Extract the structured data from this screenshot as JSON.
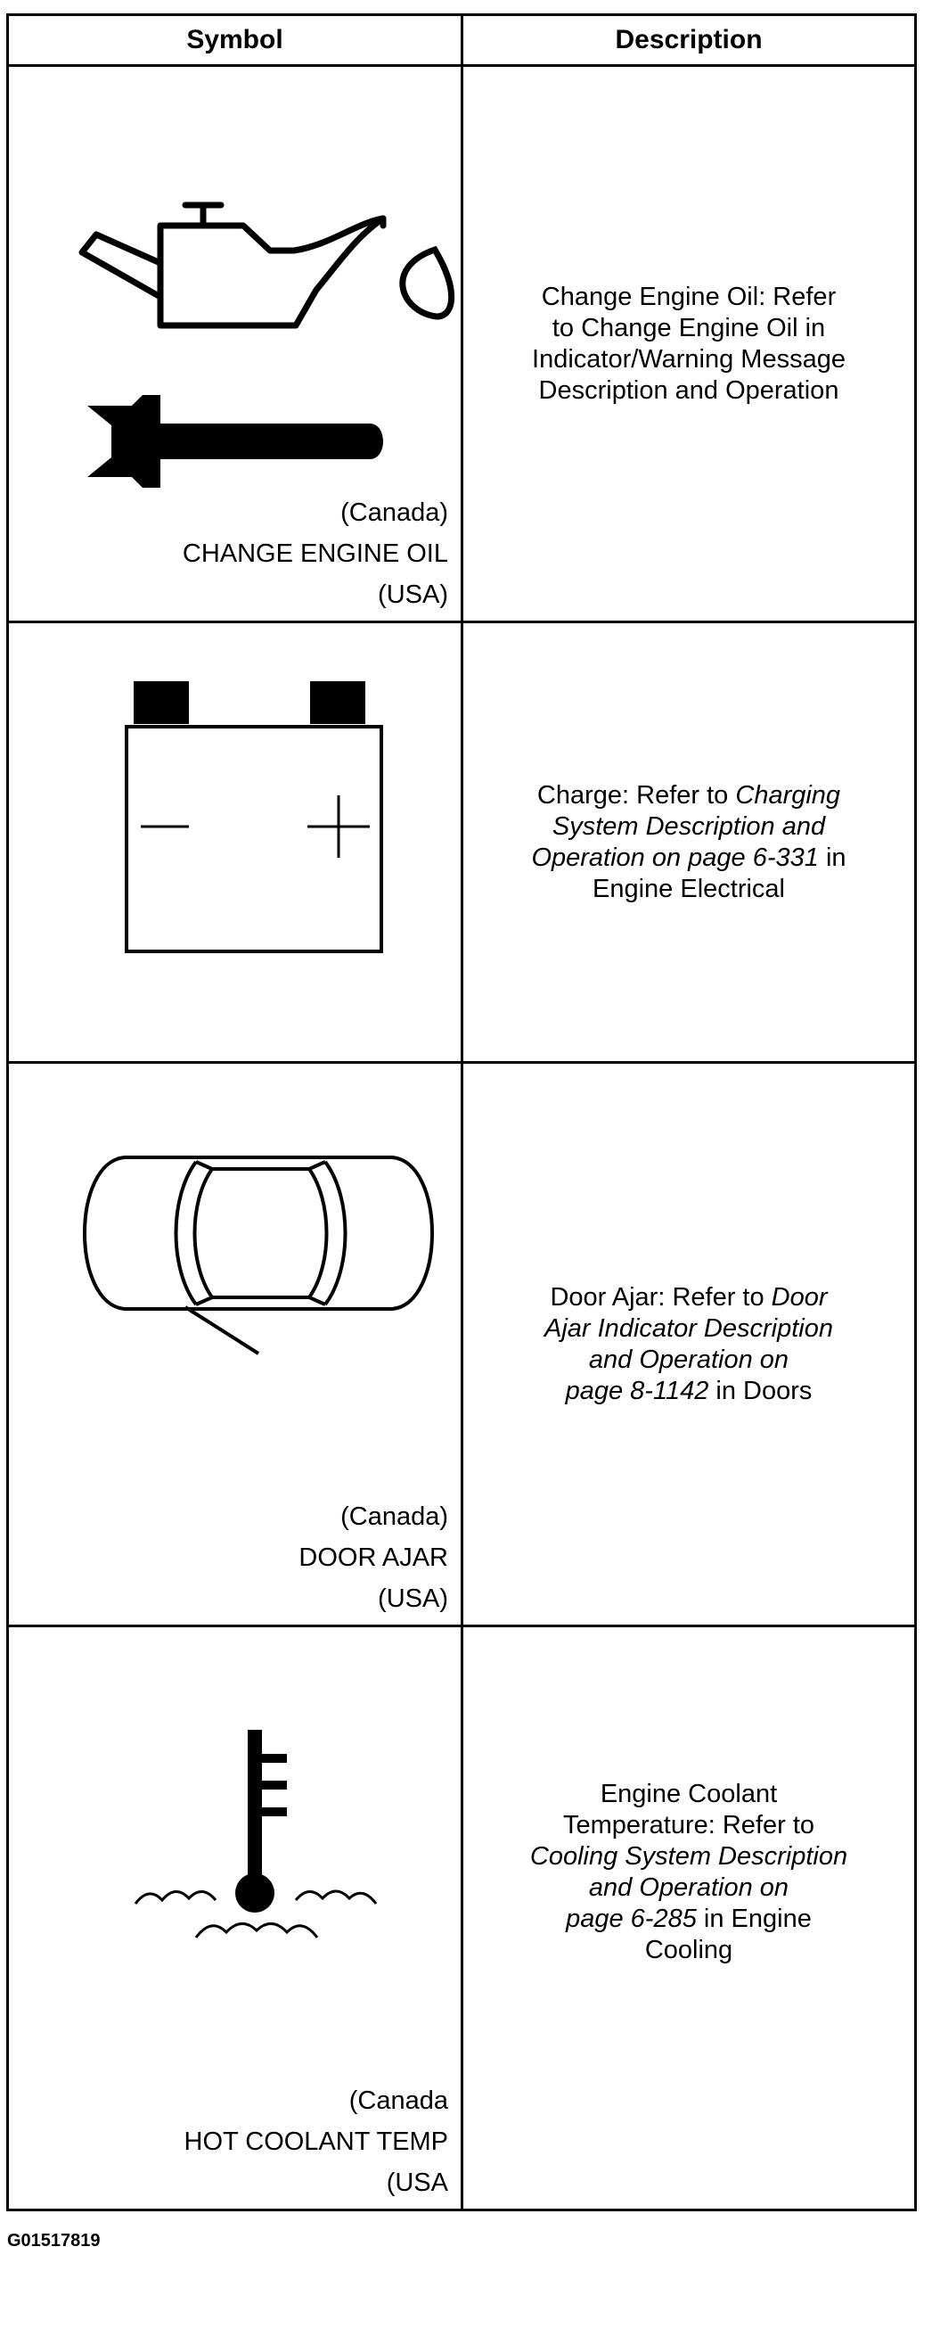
{
  "table": {
    "header": {
      "symbol": "Symbol",
      "description": "Description"
    },
    "rows": [
      {
        "icon": "change-engine-oil-icon",
        "caption": [
          "(Canada)",
          "CHANGE ENGINE OIL",
          "(USA)"
        ],
        "description": {
          "line1": "Change Engine Oil: Refer",
          "line2": "to Change Engine Oil in",
          "line3": "Indicator/Warning Message",
          "line4": "Description and Operation"
        }
      },
      {
        "icon": "battery-charge-icon",
        "caption": [],
        "description": {
          "line1_plain": "Charge: Refer to ",
          "line1_ital": "Charging",
          "line2_ital": "System Description and",
          "line3_ital": "Operation on page 6-331",
          "line3_plain": " in",
          "line4": "Engine Electrical"
        }
      },
      {
        "icon": "door-ajar-car-icon",
        "caption": [
          "(Canada)",
          "DOOR AJAR",
          "(USA)"
        ],
        "description": {
          "line1_plain": "Door Ajar: Refer to ",
          "line1_ital": "Door",
          "line2_ital": "Ajar Indicator Description",
          "line3_ital": "and Operation on",
          "line4_ital": "page 8-1142",
          "line4_plain": " in Doors"
        }
      },
      {
        "icon": "coolant-thermometer-icon",
        "caption": [
          "(Canada",
          "HOT COOLANT TEMP",
          "(USA"
        ],
        "description": {
          "line1": "Engine Coolant",
          "line2": "Temperature: Refer to",
          "line3_ital": "Cooling System Description",
          "line4_ital": "and Operation on",
          "line5_ital": "page 6-285",
          "line5_plain": " in Engine",
          "line6": "Cooling"
        }
      }
    ]
  },
  "footer": {
    "code": "G01517819"
  }
}
